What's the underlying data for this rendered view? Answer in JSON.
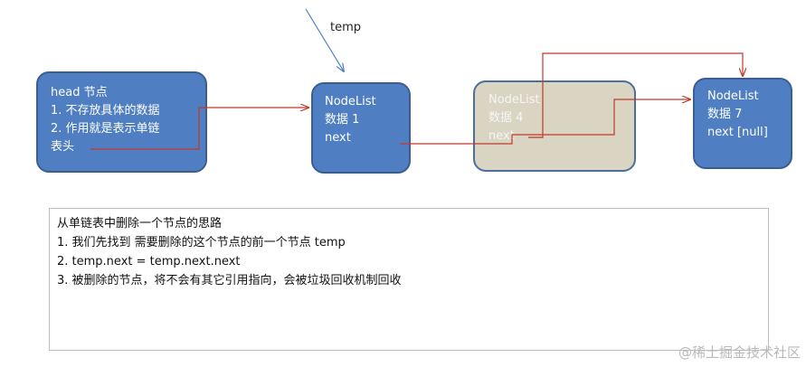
{
  "temp_label": "temp",
  "nodes": {
    "head": {
      "lines": [
        "head 节点",
        "1. 不存放具体的数据",
        "2. 作用就是表示单链",
        "表头"
      ]
    },
    "node1": {
      "lines": [
        "NodeList",
        "数据 1",
        "next"
      ]
    },
    "node4": {
      "lines": [
        "NodeList",
        "数据 4",
        "next"
      ]
    },
    "node7": {
      "lines": [
        "NodeList",
        "数据 7",
        "next [null]"
      ]
    }
  },
  "notes": {
    "lines": [
      "从单链表中删除一个节点的思路",
      "1.  我们先找到 需要删除的这个节点的前一个节点 temp",
      "2.  temp.next = temp.next.next",
      "3. 被删除的节点，将不会有其它引用指向，会被垃圾回收机制回收"
    ]
  },
  "watermark": "@稀土掘金技术社区",
  "colors": {
    "node_fill": "#4f7fc2",
    "node_border": "#3a5f8f",
    "deleted_node_fill": "#d9d5c2",
    "pointer_arrow": "#c0392b",
    "temp_arrow": "#4a7fc4"
  }
}
